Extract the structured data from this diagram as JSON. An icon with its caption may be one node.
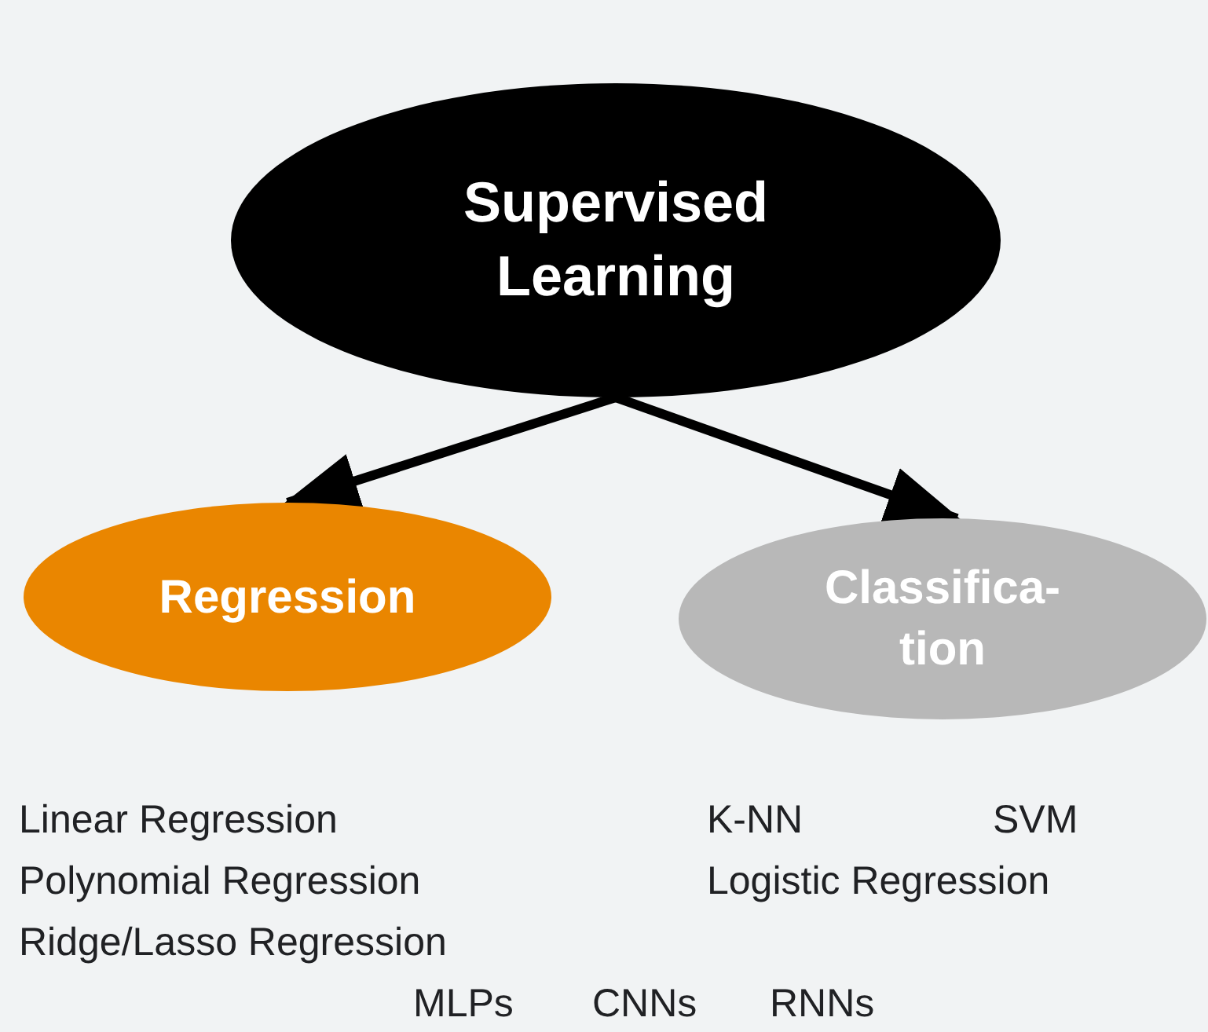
{
  "diagram": {
    "nodes": [
      {
        "text": [
          "Supervised Learning"
        ]
      },
      {
        "text": [
          "Regression"
        ]
      },
      {
        "text": [
          "Classifica- tion"
        ]
      }
    ],
    "edges": [
      {
        "from": 0,
        "to": 1,
        "arrow": "to"
      },
      {
        "from": 0,
        "to": 2,
        "arrow": "to"
      }
    ],
    "labels": [
      "Linear Regression",
      "K-NN",
      "SVM",
      "Polynomial Regression",
      "Logistic Regression",
      "Ridge/Lasso Regression",
      "MLPs",
      "CNNs",
      "RNNs"
    ]
  }
}
